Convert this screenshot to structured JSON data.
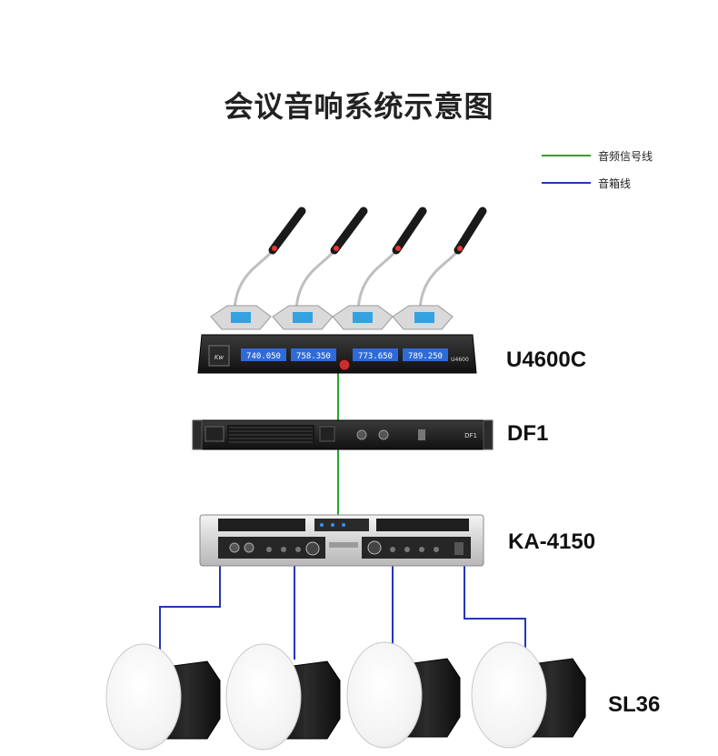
{
  "title": "会议音响系统示意图",
  "legend": [
    {
      "label": "音频信号线",
      "color": "#22a830"
    },
    {
      "label": "音箱线",
      "color": "#2636b4"
    }
  ],
  "devices": {
    "receiver": {
      "label": "U4600C",
      "panel_model": "U4600"
    },
    "processor": {
      "label": "DF1",
      "panel_model": "DF1"
    },
    "amplifier": {
      "label": "KA-4150"
    },
    "speakers": {
      "label": "SL36"
    }
  },
  "displays": [
    "740.050",
    "758.350",
    "773.650",
    "789.250"
  ],
  "colors": {
    "signal": "#22a830",
    "speaker_wire": "#2636b4",
    "lcd": "#2f6bd8",
    "chassis": "#1e1e1e"
  }
}
